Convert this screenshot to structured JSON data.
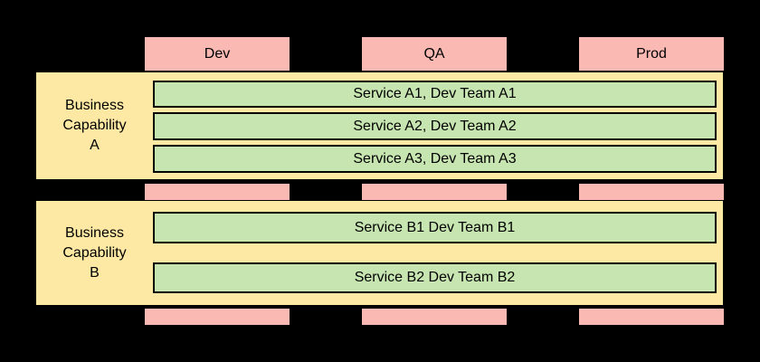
{
  "colors": {
    "background": "#000000",
    "pink": "#FAB9B2",
    "yellow": "#FDE9A3",
    "green": "#C6E5B0",
    "text": "#000000"
  },
  "diagram": {
    "type": "deployment-swimlane-diagram",
    "environments": [
      {
        "label": "Dev"
      },
      {
        "label": "QA"
      },
      {
        "label": "Prod"
      }
    ],
    "capabilities": [
      {
        "label": "Business Capability A",
        "label_lines": [
          "Business",
          "Capability",
          "A"
        ],
        "services": [
          {
            "label": "Service A1, Dev Team A1"
          },
          {
            "label": "Service A2, Dev Team A2"
          },
          {
            "label": "Service A3, Dev Team A3"
          }
        ]
      },
      {
        "label": "Business Capability B",
        "label_lines": [
          "Business",
          "Capability",
          "B"
        ],
        "services": [
          {
            "label": "Service B1 Dev Team B1"
          },
          {
            "label": "Service B2 Dev Team B2"
          }
        ]
      }
    ]
  }
}
